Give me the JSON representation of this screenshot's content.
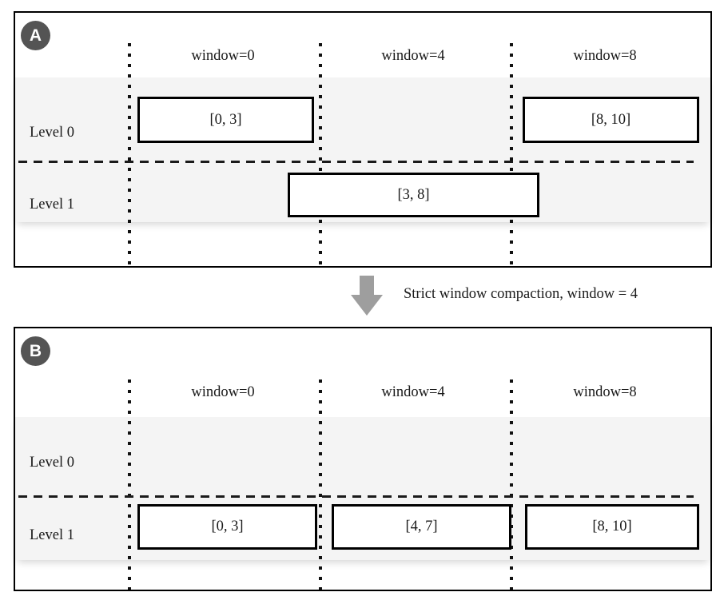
{
  "figure": {
    "transition": {
      "caption": "Strict window compaction, window = 4",
      "arrow_icon": "arrow-down-icon",
      "arrow_color": "#9e9e9e"
    },
    "colors": {
      "band": "#f4f4f4",
      "badge": "#545454",
      "badge_text": "#ffffff",
      "box_border": "#000000",
      "guide": "#111111",
      "panel_border": "#000000"
    },
    "panels": [
      {
        "id": "a",
        "badge": "A",
        "column_headers": [
          "window=0",
          "window=4",
          "window=8"
        ],
        "rows": [
          {
            "label": "Level 0",
            "boxes": [
              {
                "text": "[0, 3]",
                "column": "window=0"
              },
              {
                "text": "[8, 10]",
                "column": "window=8"
              }
            ]
          },
          {
            "label": "Level 1",
            "boxes": [
              {
                "text": "[3, 8]",
                "column": "window=4"
              }
            ]
          }
        ]
      },
      {
        "id": "b",
        "badge": "B",
        "column_headers": [
          "window=0",
          "window=4",
          "window=8"
        ],
        "rows": [
          {
            "label": "Level 0",
            "boxes": []
          },
          {
            "label": "Level 1",
            "boxes": [
              {
                "text": "[0, 3]",
                "column": "window=0"
              },
              {
                "text": "[4, 7]",
                "column": "window=4"
              },
              {
                "text": "[8, 10]",
                "column": "window=8"
              }
            ]
          }
        ]
      }
    ]
  }
}
